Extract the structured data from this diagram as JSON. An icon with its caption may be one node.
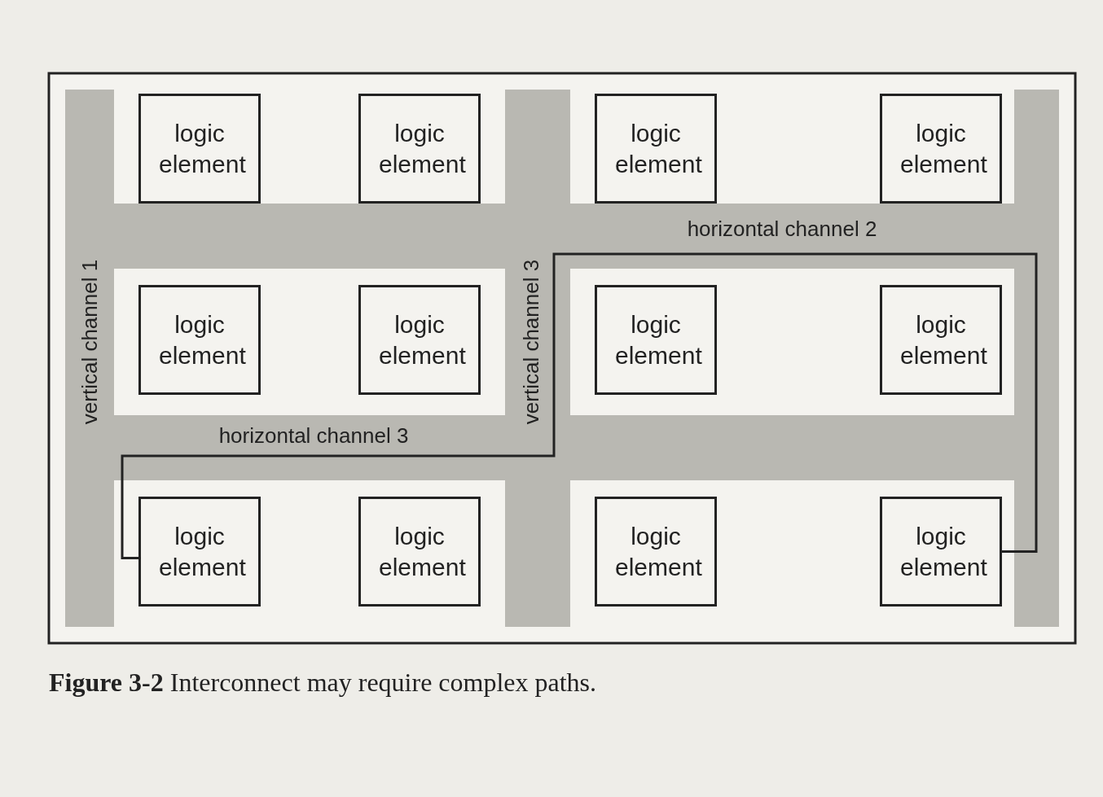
{
  "diagram": {
    "caption": "**Figure 3-2** Interconnect may require complex paths.",
    "nodes": [
      {
        "text": [
          "logic element"
        ]
      },
      {
        "text": [
          "logic element"
        ]
      },
      {
        "text": [
          "logic element"
        ]
      },
      {
        "text": [
          "logic element"
        ]
      },
      {
        "text": [
          "logic element"
        ]
      },
      {
        "text": [
          "logic element"
        ]
      },
      {
        "text": [
          "logic element"
        ]
      },
      {
        "text": [
          "logic element"
        ]
      },
      {
        "text": [
          "logic element"
        ]
      },
      {
        "text": [
          "logic element"
        ]
      },
      {
        "text": [
          "logic element"
        ]
      },
      {
        "text": [
          "logic element"
        ]
      }
    ],
    "edges": [
      {
        "from": 8,
        "to": 11,
        "arrow": "none"
      }
    ],
    "labels": [
      "vertical channel 1",
      "vertical channel 3",
      "horizontal channel 2",
      "horizontal channel 3"
    ]
  }
}
